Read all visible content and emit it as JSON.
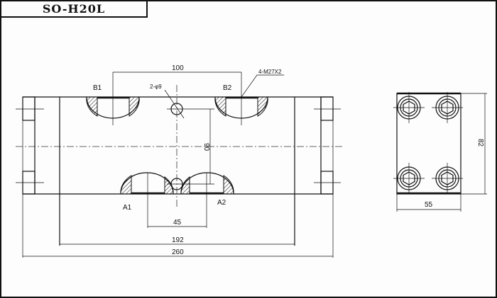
{
  "title": "SO-H20L",
  "labels": {
    "b1": "B1",
    "b2": "B2",
    "a1": "A1",
    "a2": "A2",
    "holes": "2-φ9",
    "threads": "4-M27X2"
  },
  "dimensions": {
    "d100": "100",
    "d90": "90",
    "d45": "45",
    "d192": "192",
    "d260": "260",
    "d82": "82",
    "d55": "55"
  }
}
